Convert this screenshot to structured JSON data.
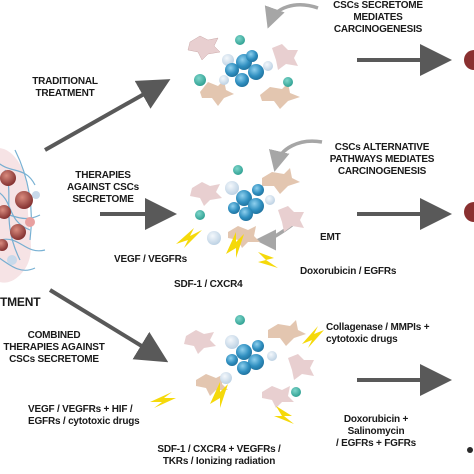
{
  "labels": {
    "csc_secretome_mediates": "CSCs SECRETOME\nMEDIATES\nCARCINOGENESIS",
    "traditional_treatment": "TRADITIONAL\nTREATMENT",
    "therapies_against": "THERAPIES\nAGAINST CSCs\nSECRETOME",
    "alternative_pathways": "CSCs ALTERNATIVE\nPATHWAYS MEDIATES\nCARCINOGENESIS",
    "emt": "EMT",
    "vegf_vegfrs": "VEGF / VEGFRs",
    "sdf1_cxcr4": "SDF-1 / CXCR4",
    "doxorubicin_egfrs": "Doxorubicin / EGFRs",
    "tment": "TMENT",
    "combined_therapies": "COMBINED\nTHERAPIES AGAINST\nCSCs SECRETOME",
    "collagenase": "Collagenase / MMPIs +\ncytotoxic drugs",
    "vegf_combo": "VEGF / VEGFRs +  HIF /\nEGFRs / cytotoxic drugs",
    "doxorubicin_salinomycin": "Doxorubicin +\nSalinomycin\n/ EGFRs + FGFRs",
    "sdf1_combo": "SDF-1 / CXCR4 + VEGFRs /\nTKRs / Ionizing radiation"
  },
  "colors": {
    "arrow": "#595959",
    "curved_arrow": "#a6a6a6",
    "lightning": "#f5d90a",
    "csc_blue": "#2f8fc0",
    "csc_blue_dark": "#1f6f9a",
    "teal_cell": "#2a9d8f",
    "fibroblast": "#e3c6b0",
    "pink_cell": "#e8cfd0",
    "tumor_red": "#9b3b3b",
    "fiber_blue": "#6aa9cf"
  }
}
